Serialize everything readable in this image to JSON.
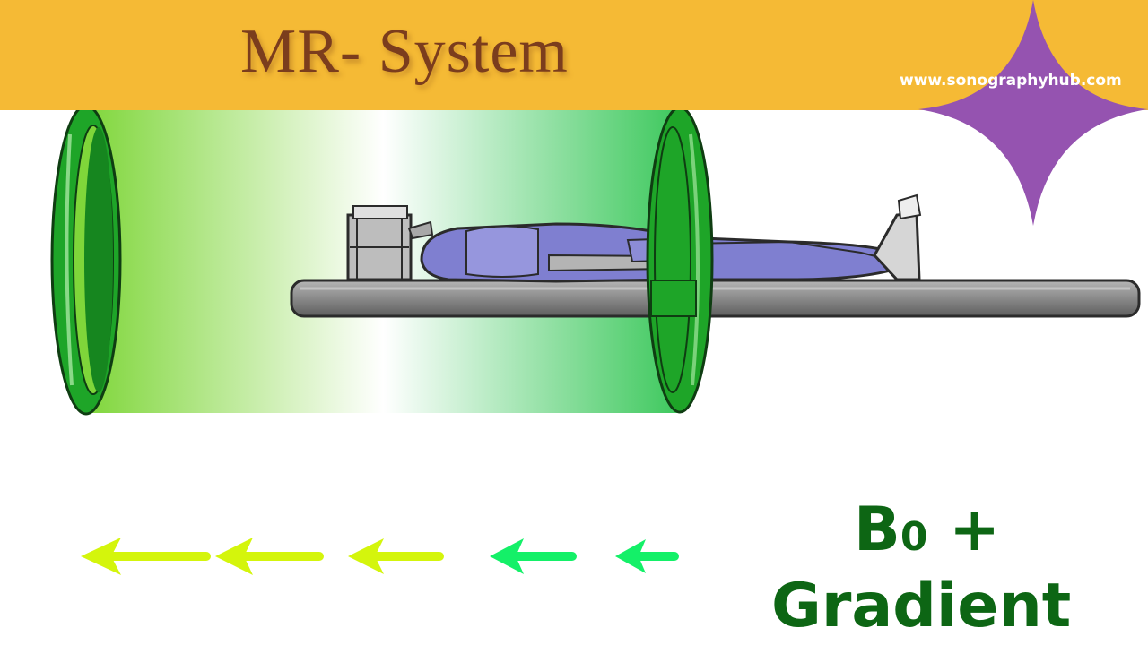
{
  "banner": {
    "title": "MR- System",
    "website": "www.sonographyhub.com",
    "background_color": "#f5ba35",
    "title_color": "#7b3d1d",
    "star_color": "#9553b0"
  },
  "field_label": {
    "b": "B",
    "sub": "0",
    "plus": " +",
    "gradient": "Gradient",
    "color": "#0d6614"
  },
  "gradient_arrows": [
    {
      "direction": "left",
      "color": "#d4f50c"
    },
    {
      "direction": "left",
      "color": "#d4f50c"
    },
    {
      "direction": "left",
      "color": "#d4f50c"
    },
    {
      "direction": "left",
      "color": "#14f068"
    },
    {
      "direction": "left",
      "color": "#14f068"
    }
  ],
  "colors": {
    "coil": "#1ea528",
    "field_gradient": [
      "#7fd63a",
      "#ffffff",
      "#3cc85c"
    ],
    "table": "#8a8a8a",
    "patient": "#7f7fd0"
  }
}
